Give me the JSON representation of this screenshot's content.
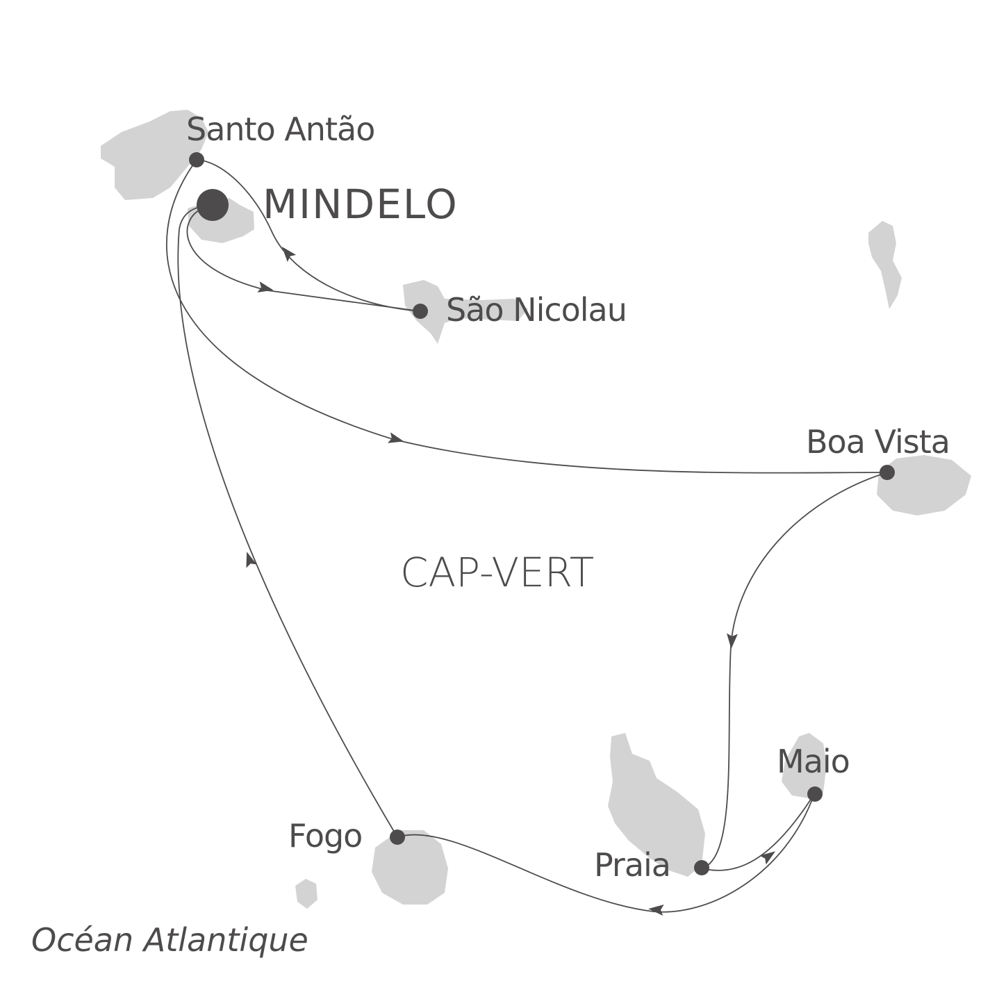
{
  "map": {
    "sea_label": "Océan Atlantique",
    "country_label": "CAP-VERT",
    "departure_port": "MINDELO",
    "stops": [
      {
        "id": "santo-antao",
        "name": "Santo Antão"
      },
      {
        "id": "sao-nicolau",
        "name": "São Nicolau"
      },
      {
        "id": "boa-vista",
        "name": "Boa Vista"
      },
      {
        "id": "maio",
        "name": "Maio"
      },
      {
        "id": "praia",
        "name": "Praia"
      },
      {
        "id": "fogo",
        "name": "Fogo"
      }
    ],
    "route_order": [
      "MINDELO",
      "São Nicolau",
      "Santo Antão",
      "Boa Vista",
      "Praia",
      "Maio",
      "Fogo",
      "MINDELO"
    ]
  },
  "colors": {
    "land": "#d3d3d3",
    "route": "#4d4b4b",
    "text": "#4d4b4b"
  }
}
